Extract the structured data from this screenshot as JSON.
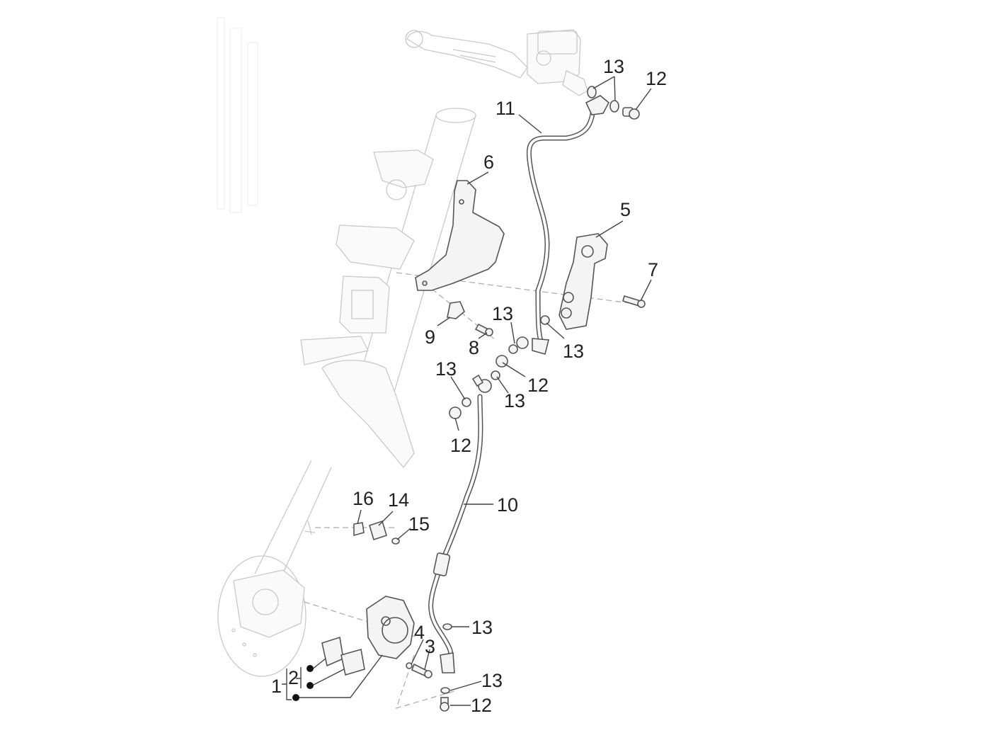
{
  "diagram": {
    "title": "Front brake system exploded parts diagram",
    "callouts": [
      {
        "id": "c1",
        "label": "1"
      },
      {
        "id": "c2",
        "label": "2"
      },
      {
        "id": "c3",
        "label": "3"
      },
      {
        "id": "c4",
        "label": "4"
      },
      {
        "id": "c5",
        "label": "5"
      },
      {
        "id": "c6",
        "label": "6"
      },
      {
        "id": "c7",
        "label": "7"
      },
      {
        "id": "c8",
        "label": "8"
      },
      {
        "id": "c9",
        "label": "9"
      },
      {
        "id": "c10",
        "label": "10"
      },
      {
        "id": "c11",
        "label": "11"
      },
      {
        "id": "c12a",
        "label": "12"
      },
      {
        "id": "c12b",
        "label": "12"
      },
      {
        "id": "c12c",
        "label": "12"
      },
      {
        "id": "c12d",
        "label": "12"
      },
      {
        "id": "c13a",
        "label": "13"
      },
      {
        "id": "c13b",
        "label": "13"
      },
      {
        "id": "c13c",
        "label": "13"
      },
      {
        "id": "c13d",
        "label": "13"
      },
      {
        "id": "c13e",
        "label": "13"
      },
      {
        "id": "c13f",
        "label": "13"
      },
      {
        "id": "c13g",
        "label": "13"
      },
      {
        "id": "c14",
        "label": "14"
      },
      {
        "id": "c15",
        "label": "15"
      },
      {
        "id": "c16",
        "label": "16"
      }
    ],
    "parts": {
      "master_cylinder": "brake-master-cylinder",
      "brake_lever": "brake-lever",
      "steering_column": "steering-column",
      "fork_and_disc": "front-fork-with-disc",
      "caliper": "brake-caliper",
      "pads": "brake-pads",
      "hose_upper": "upper-brake-hose",
      "hose_lower": "lower-brake-hose",
      "junction": "hose-junction-block",
      "bracket": "hose-bracket"
    }
  }
}
